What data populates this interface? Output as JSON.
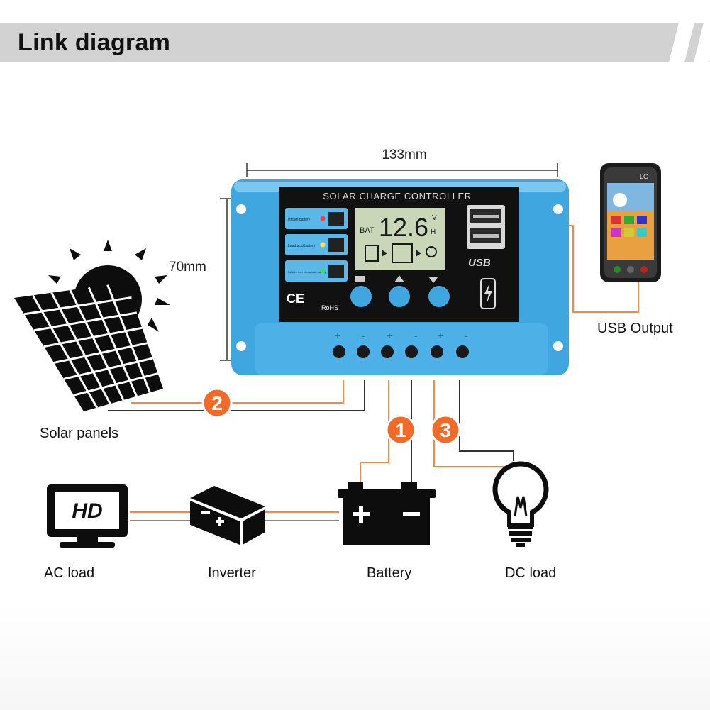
{
  "header": {
    "title": "Link diagram"
  },
  "dimensions": {
    "width": "133mm",
    "height": "70mm"
  },
  "controller": {
    "title": "SOLAR CHARGE CONTROLLER",
    "lcd_label": "BAT",
    "lcd_value": "12.6",
    "lcd_unit_top": "V",
    "lcd_unit_bottom": "H",
    "battery_types": [
      "lithium battery",
      "Lead acid battery",
      "Lithium iron phosphate battery"
    ],
    "ce_mark": "CE",
    "rohs_mark": "RoHS",
    "usb_label": "USB",
    "terminal_marks": [
      "+",
      "-",
      "+",
      "-",
      "+",
      "-"
    ]
  },
  "connections": {
    "step_1": "1",
    "step_2": "2",
    "step_3": "3"
  },
  "labels": {
    "solar_panels": "Solar panels",
    "usb_output": "USB Output",
    "ac_load": "AC load",
    "inverter": "Inverter",
    "battery": "Battery",
    "dc_load": "DC load",
    "hd_text": "HD",
    "phone_brand": "LG"
  },
  "colors": {
    "controller_blue": "#3fa6e0",
    "panel_black": "#0d0d0d",
    "wire_orange": "#f08a4b",
    "badge_orange": "#ef6b2a",
    "header_gray": "#d2d2d2"
  }
}
